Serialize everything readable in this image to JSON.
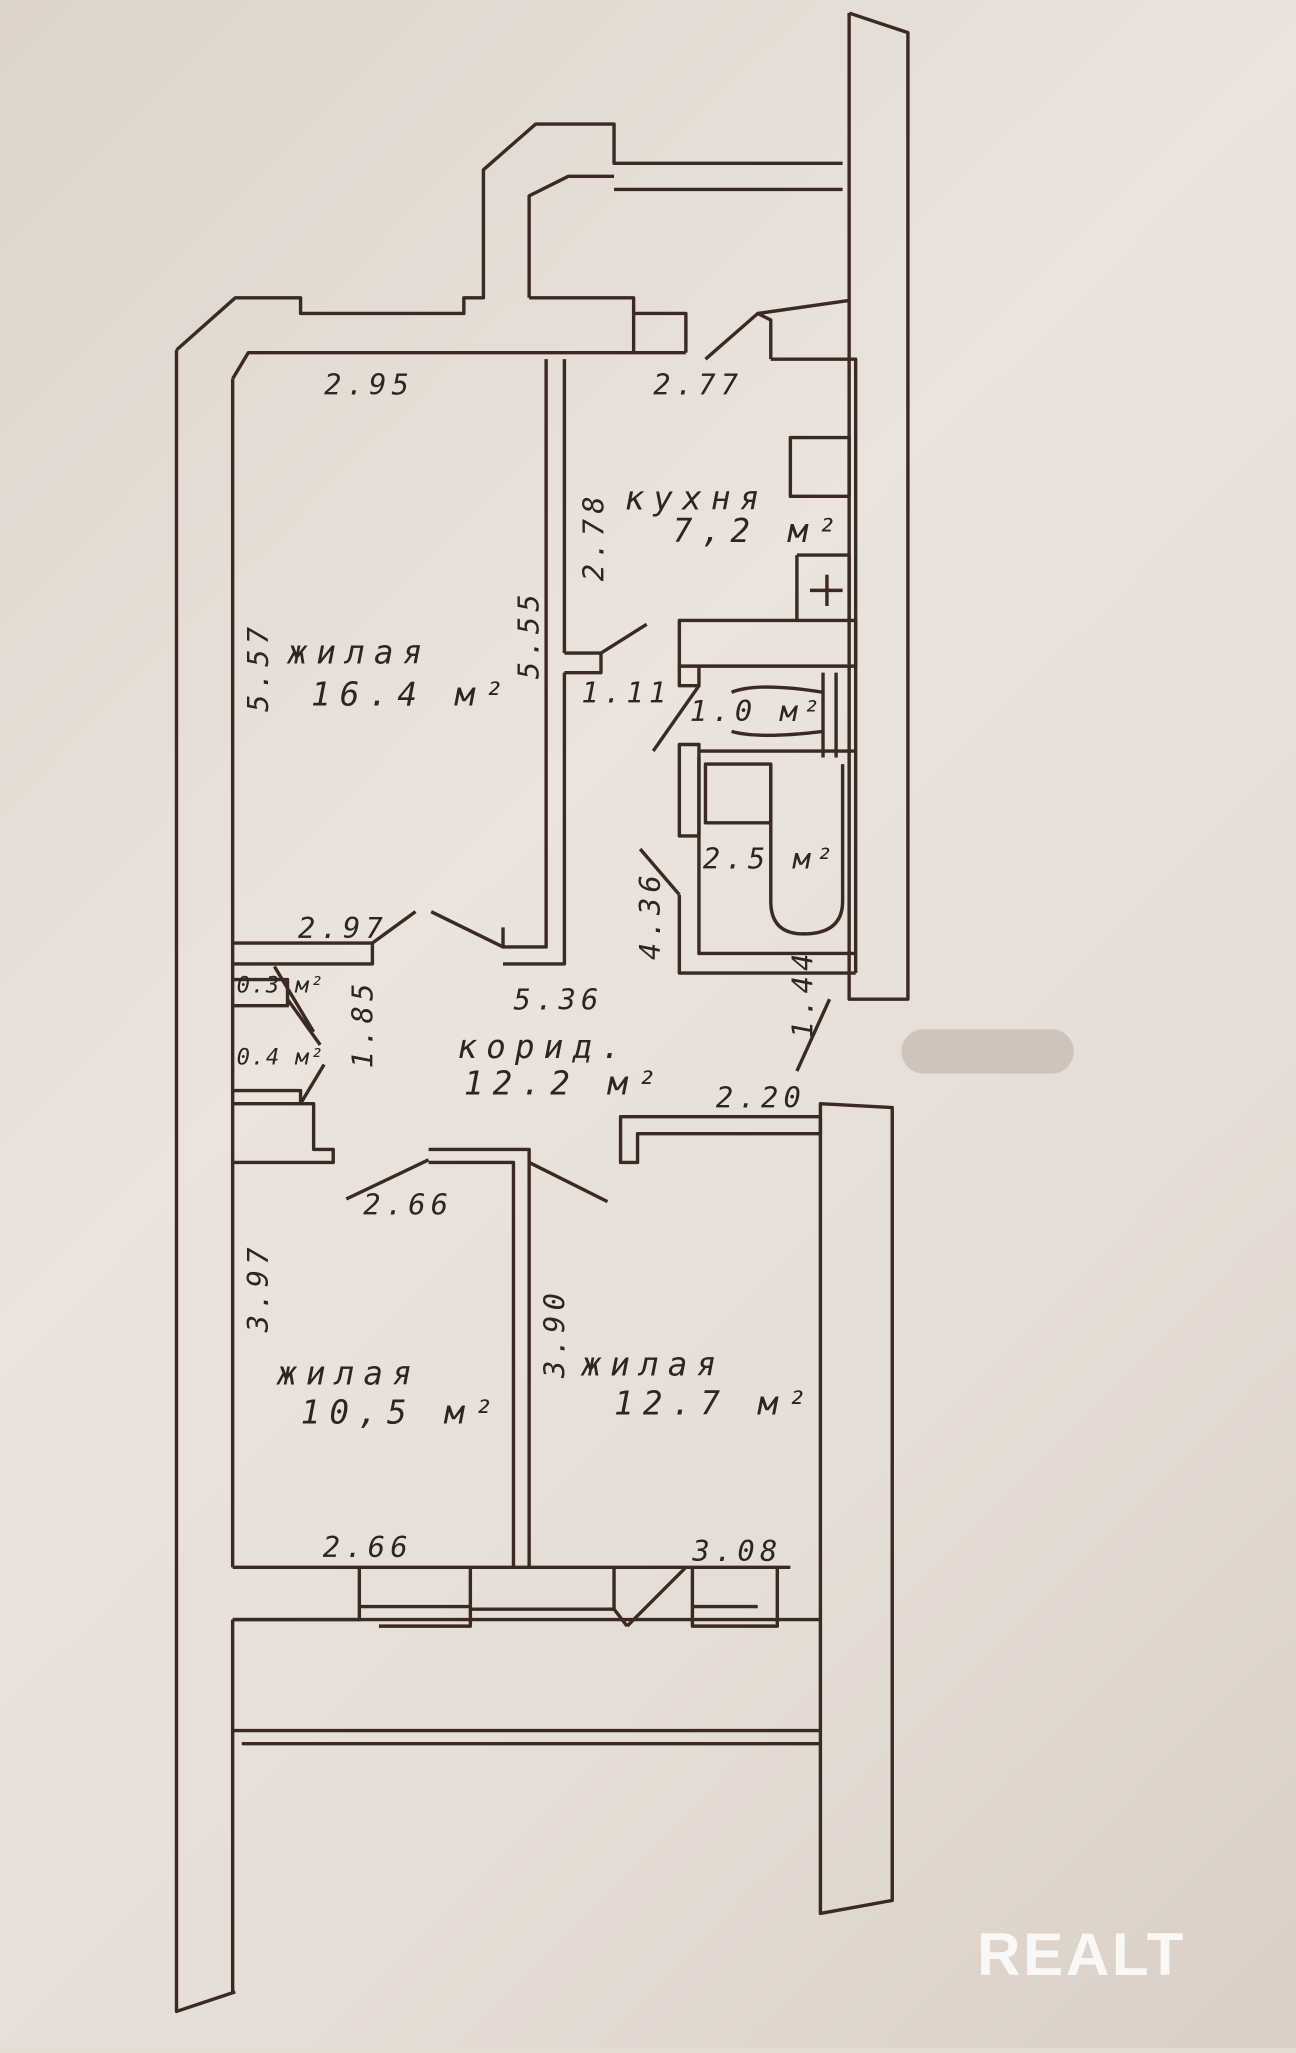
{
  "plan": {
    "dimensions": {
      "top_left_width": "2.95",
      "top_right_width": "2.77",
      "kitchen_depth": "2.78",
      "living1_left_depth": "5.57",
      "living1_right_depth": "5.55",
      "kitchen_door": "1.11",
      "bath_depth": "4.36",
      "living1_bottom_width": "2.97",
      "corridor_length": "5.36",
      "corridor_width": "1.85",
      "entry_width": "1.44",
      "corridor_right": "2.20",
      "living2_top_width": "2.66",
      "living2_depth": "3.97",
      "living3_depth": "3.90",
      "living2_bottom_width": "2.66",
      "living3_bottom_width": "3.08"
    },
    "rooms": {
      "kitchen": {
        "name": "кухня",
        "area": "7,2 м²"
      },
      "living1": {
        "name": "жилая",
        "area": "16.4 м²"
      },
      "toilet": {
        "area": "1.0 м²"
      },
      "bathroom": {
        "area": "2.5 м²"
      },
      "closet1": {
        "area": "0.3 м²"
      },
      "closet2": {
        "area": "0.4 м²"
      },
      "corridor": {
        "name": "корид.",
        "area": "12.2 м²"
      },
      "living2": {
        "name": "жилая",
        "area": "10,5 м²"
      },
      "living3": {
        "name": "жилая",
        "area": "12.7 м²"
      }
    },
    "watermark": "REALT"
  }
}
